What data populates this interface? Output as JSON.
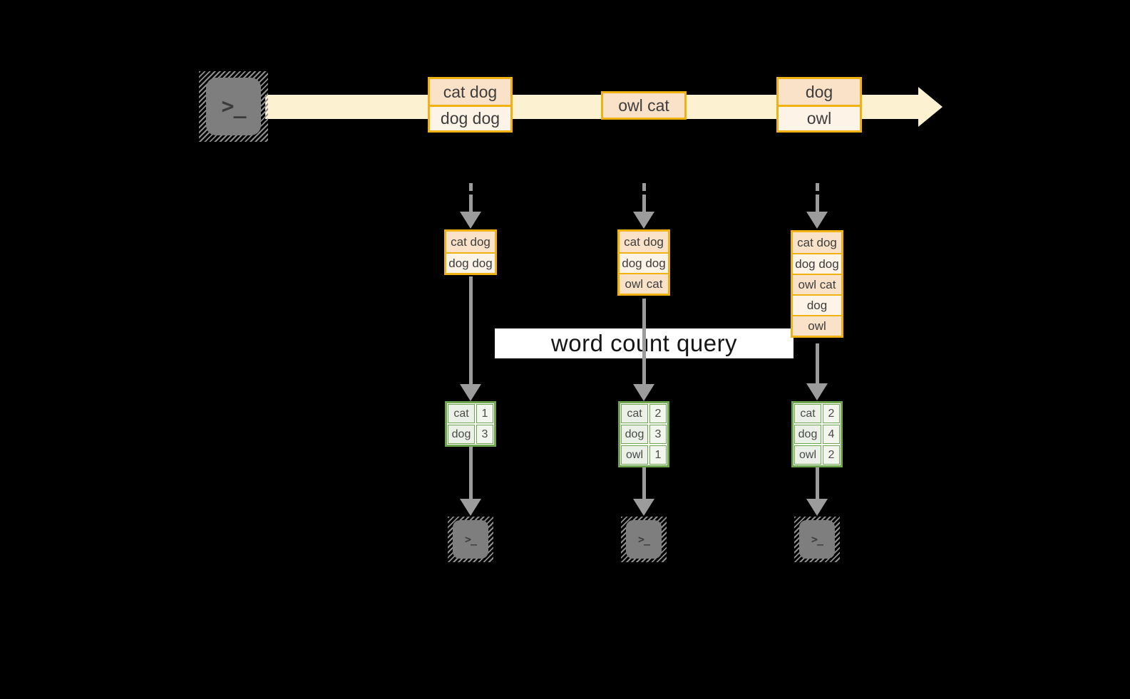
{
  "colors": {
    "background": "#000000",
    "stream_band": "#fcf2d2",
    "batch_border": "#f0b113",
    "batch_fill_dark": "#f9e2c8",
    "batch_fill_light": "#fdf3e6",
    "table_border": "#6ea54f",
    "table_cell_word": "#ecf1e7",
    "table_cell_count": "#f3f6ef",
    "arrow_gray": "#9c9c9c",
    "terminal_fill": "#7e7e7e",
    "query_label_bg": "#ffffff",
    "text": "#3d3d3d"
  },
  "icons": {
    "terminal_prompt": ">_"
  },
  "query_label": "word count query",
  "stream": {
    "batches": [
      {
        "items": [
          "cat dog",
          "dog dog"
        ]
      },
      {
        "items": [
          "owl cat"
        ]
      },
      {
        "items": [
          "dog",
          "owl"
        ]
      }
    ]
  },
  "columns": [
    {
      "state": [
        "cat dog",
        "dog dog"
      ],
      "counts": [
        {
          "word": "cat",
          "count": "1"
        },
        {
          "word": "dog",
          "count": "3"
        }
      ]
    },
    {
      "state": [
        "cat dog",
        "dog dog",
        "owl cat"
      ],
      "counts": [
        {
          "word": "cat",
          "count": "2"
        },
        {
          "word": "dog",
          "count": "3"
        },
        {
          "word": "owl",
          "count": "1"
        }
      ]
    },
    {
      "state": [
        "cat dog",
        "dog dog",
        "owl cat",
        "dog",
        "owl"
      ],
      "counts": [
        {
          "word": "cat",
          "count": "2"
        },
        {
          "word": "dog",
          "count": "4"
        },
        {
          "word": "owl",
          "count": "2"
        }
      ]
    }
  ]
}
